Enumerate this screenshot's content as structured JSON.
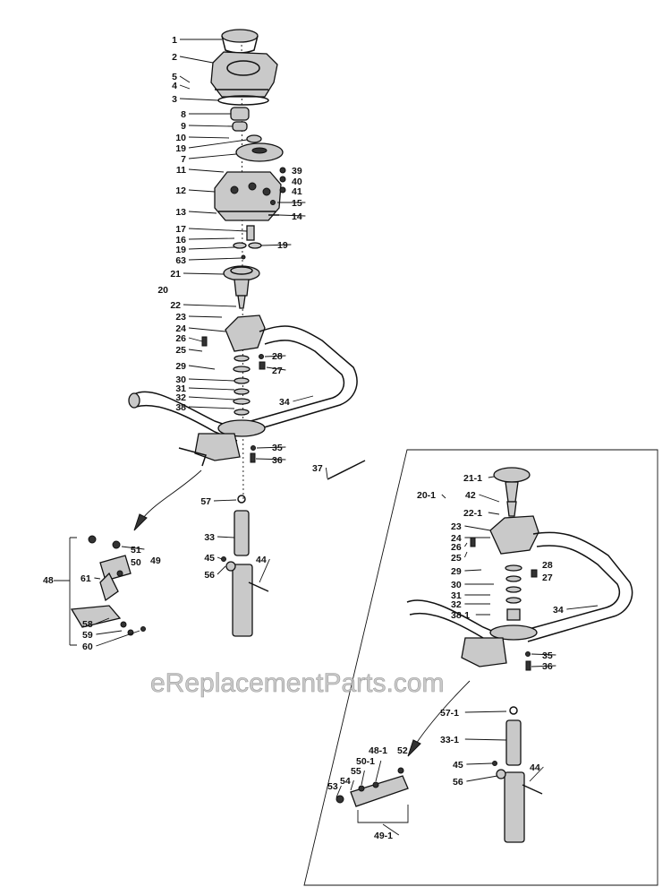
{
  "watermark": "eReplacementParts.com",
  "main_labels": [
    "1",
    "2",
    "5",
    "4",
    "3",
    "8",
    "9",
    "10",
    "19",
    "7",
    "11",
    "12",
    "13",
    "17",
    "16",
    "19",
    "63",
    "20",
    "21",
    "22",
    "23",
    "24",
    "26",
    "25",
    "29",
    "30",
    "31",
    "32",
    "38",
    "39",
    "40",
    "41",
    "15",
    "14",
    "19",
    "28",
    "27",
    "34",
    "35",
    "36",
    "37",
    "57",
    "33",
    "45",
    "56",
    "44"
  ],
  "detail_labels": [
    "51",
    "50",
    "49",
    "48",
    "61",
    "58",
    "59",
    "60"
  ],
  "inset_labels": [
    "21-1",
    "20-1",
    "42",
    "22-1",
    "23",
    "24",
    "26",
    "25",
    "29",
    "30",
    "31",
    "32",
    "38-1",
    "28",
    "27",
    "34",
    "35",
    "36",
    "57-1",
    "33-1",
    "45",
    "56",
    "44",
    "48-1",
    "52",
    "50-1",
    "55",
    "54",
    "53",
    "49-1"
  ]
}
